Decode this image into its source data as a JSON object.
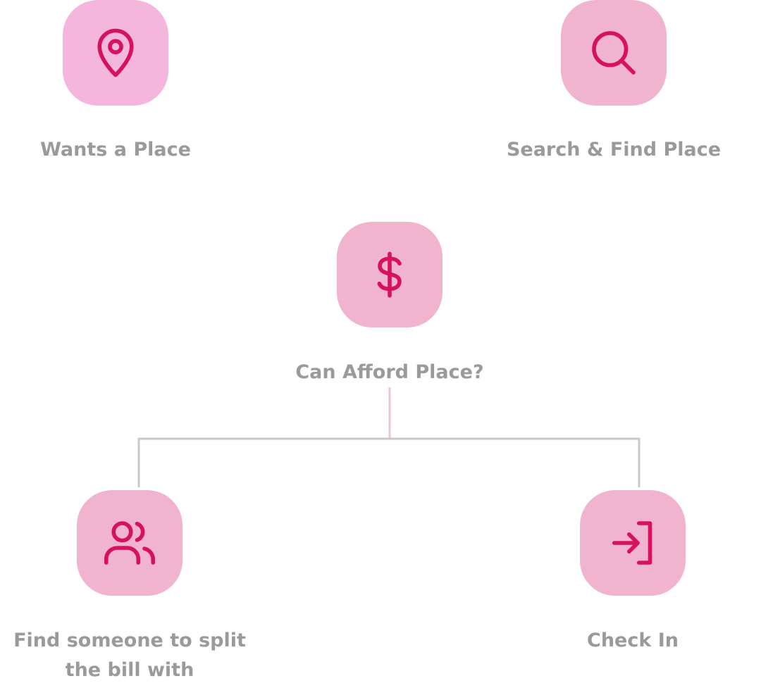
{
  "colors": {
    "icon_background": "#f1b4cf",
    "icon_background_first": "#f4b6dc",
    "icon_stroke": "#d6115e",
    "label_text": "#9a9a9a",
    "connector": "#c8c8c8",
    "connector_stem": "#e9c6d3"
  },
  "nodes": {
    "wants_place": {
      "icon": "map-pin-icon",
      "label": "Wants a Place"
    },
    "search_place": {
      "icon": "search-icon",
      "label": "Search & Find Place"
    },
    "afford_place": {
      "icon": "dollar-icon",
      "label": "Can Afford Place?"
    },
    "split_bill": {
      "icon": "users-icon",
      "label_line1": "Find someone to split",
      "label_line2": "the bill with"
    },
    "check_in": {
      "icon": "login-icon",
      "label": "Check In"
    }
  }
}
